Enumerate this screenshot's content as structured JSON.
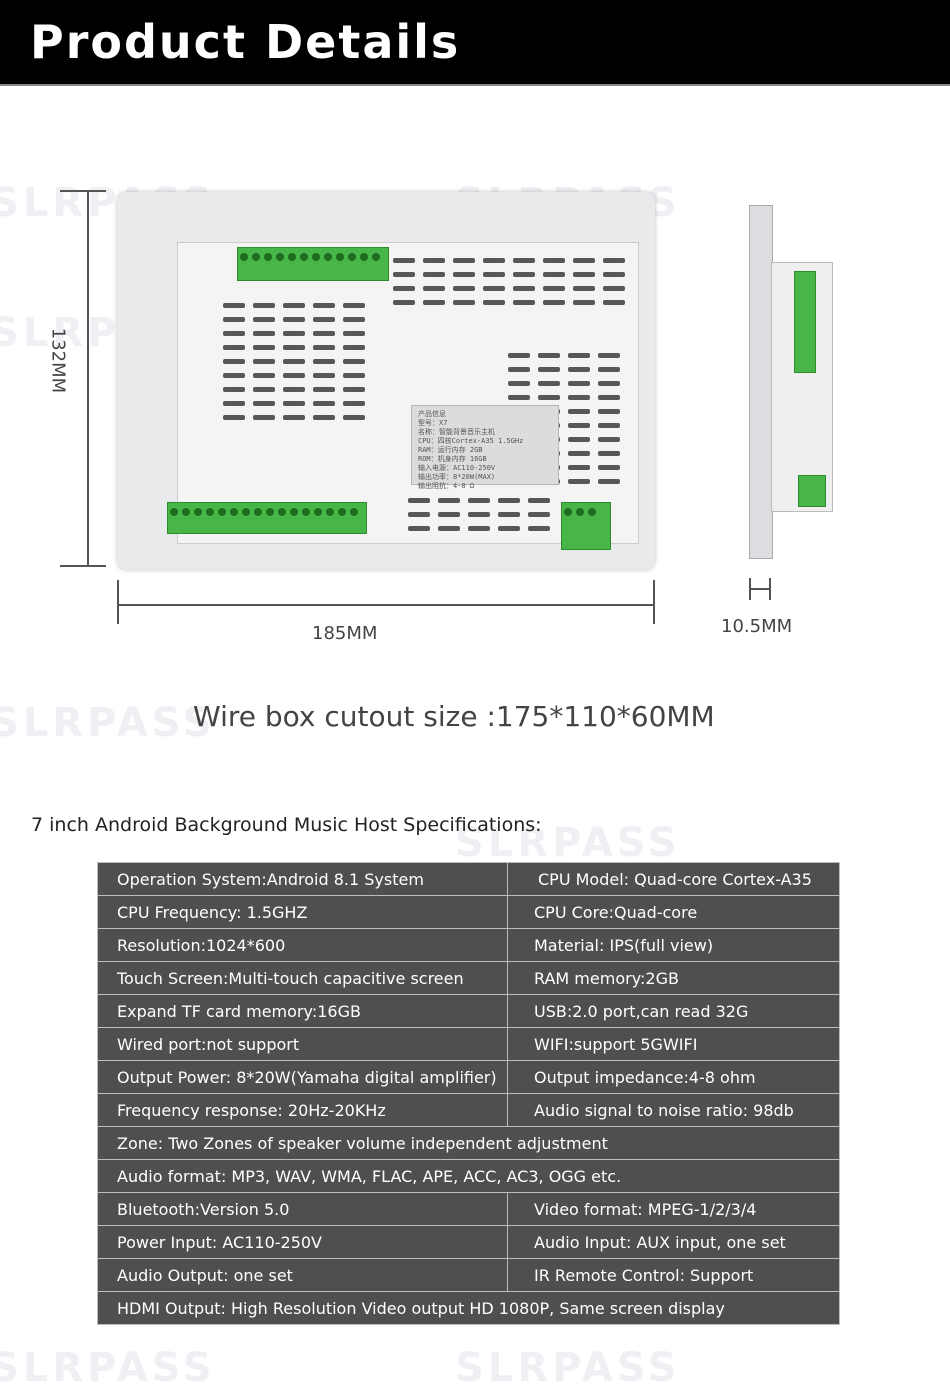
{
  "header": {
    "title": "Product Details"
  },
  "diagram": {
    "height_label": "132MM",
    "width_label": "185MM",
    "depth_label": "10.5MM",
    "plate_text": "产品信息\n型号：X7\n名称：智能背景音乐主机\nCPU：四核Cortex-A35 1.5GHz\nRAM：运行内存 2GB\nROM：机身内存 16GB\n输入电源：AC110-250V\n输出功率：8*20W(MAX)\n输出阻抗：4-8 Ω"
  },
  "watermarks": [
    "SLRPASS",
    "SLRPASS",
    "SLRPASS",
    "SLRPASS",
    "SLRPASS",
    "SLRPASS",
    "SLRPASS"
  ],
  "cutout_text": "Wire box cutout size :175*110*60MM",
  "specs": {
    "heading": "7 inch Android Background Music Host Specifications:",
    "rows": [
      [
        "Operation System:Android 8.1 System",
        "CPU Model: Quad-core Cortex-A35"
      ],
      [
        "CPU Frequency: 1.5GHZ",
        "CPU Core:Quad-core"
      ],
      [
        "Resolution:1024*600",
        "Material: IPS(full view)"
      ],
      [
        "Touch Screen:Multi-touch capacitive screen",
        "RAM memory:2GB"
      ],
      [
        "Expand TF card memory:16GB",
        "USB:2.0 port,can read 32G"
      ],
      [
        "Wired port:not support",
        "WIFI:support 5GWIFI"
      ],
      [
        "Output Power: 8*20W(Yamaha digital amplifier)",
        "Output impedance:4-8 ohm"
      ],
      [
        "Frequency response: 20Hz-20KHz",
        "Audio signal to noise ratio: 98db"
      ],
      [
        "Zone: Two Zones of speaker volume independent adjustment"
      ],
      [
        "Audio format: MP3, WAV, WMA, FLAC, APE, ACC, AC3, OGG etc."
      ],
      [
        "Bluetooth:Version 5.0",
        "Video format: MPEG-1/2/3/4"
      ],
      [
        "Power Input: AC110-250V",
        "Audio Input: AUX input, one set"
      ],
      [
        "Audio Output: one set",
        "IR Remote Control: Support"
      ],
      [
        "HDMI Output: High Resolution Video output HD 1080P, Same screen display"
      ]
    ]
  },
  "colors": {
    "header_bg": "#000000",
    "table_bg": "#4f4f4f",
    "connector": "#48b548"
  }
}
